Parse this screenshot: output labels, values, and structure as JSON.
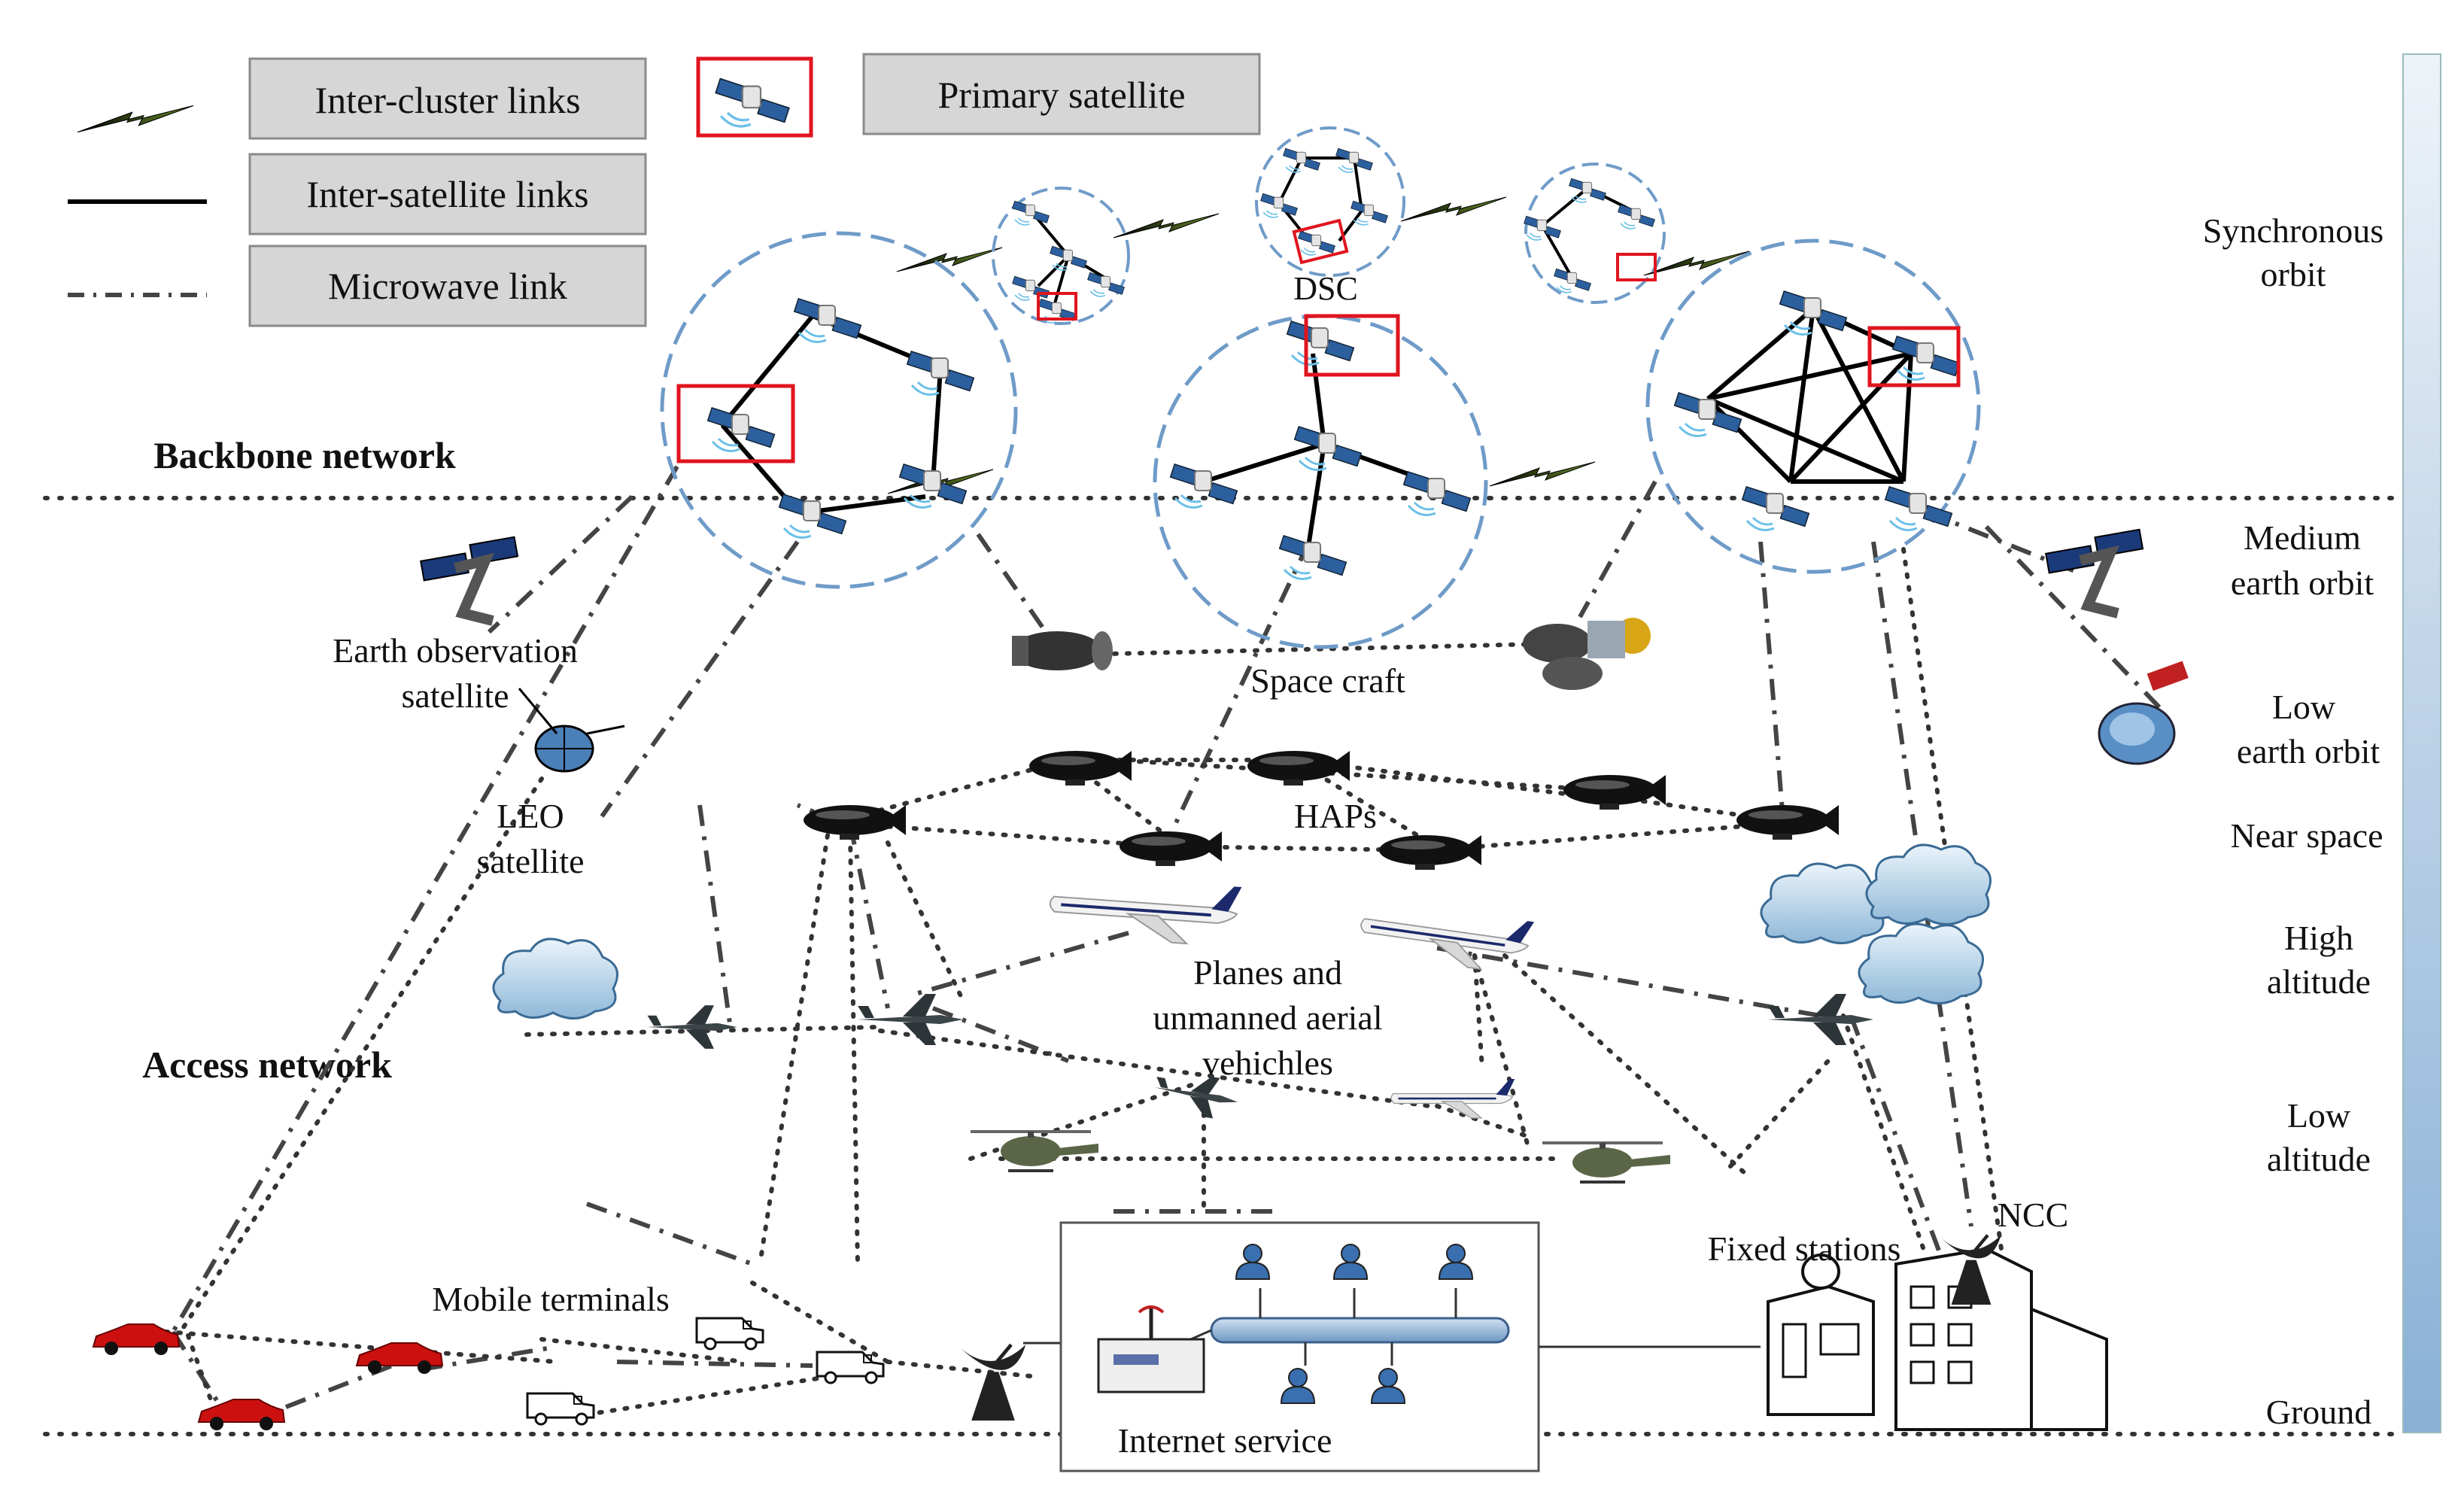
{
  "legend": {
    "inter_cluster": "Inter-cluster links",
    "inter_satellite": "Inter-satellite links",
    "microwave": "Microwave link",
    "primary": "Primary satellite"
  },
  "sections": {
    "backbone": "Backbone network",
    "access": "Access network"
  },
  "labels": {
    "dsc": "DSC",
    "eo_line1": "Earth observation",
    "eo_line2": "satellite",
    "leo_line1": "LEO",
    "leo_line2": "satellite",
    "space_craft": "Space craft",
    "haps": "HAPs",
    "planes_line1": "Planes and",
    "planes_line2": "unmanned aerial",
    "planes_line3": "vehichles",
    "mobile": "Mobile terminals",
    "fixed": "Fixed stations",
    "ncc": "NCC",
    "internet": "Internet service"
  },
  "altitudes": {
    "sync_line1": "Synchronous",
    "sync_line2": "orbit",
    "meo_line1": "Medium",
    "meo_line2": "earth orbit",
    "leo_line1": "Low",
    "leo_line2": "earth orbit",
    "near": "Near space",
    "high_line1": "High",
    "high_line2": "altitude",
    "low_line1": "Low",
    "low_line2": "altitude",
    "ground": "Ground"
  },
  "colors": {
    "cluster_ring": "#6f9bc8",
    "primary_box": "#e0141e",
    "bolt": "#2f4f1f",
    "altitude_bar_top": "#eef3f8",
    "altitude_bar_bottom": "#89b0d6"
  }
}
